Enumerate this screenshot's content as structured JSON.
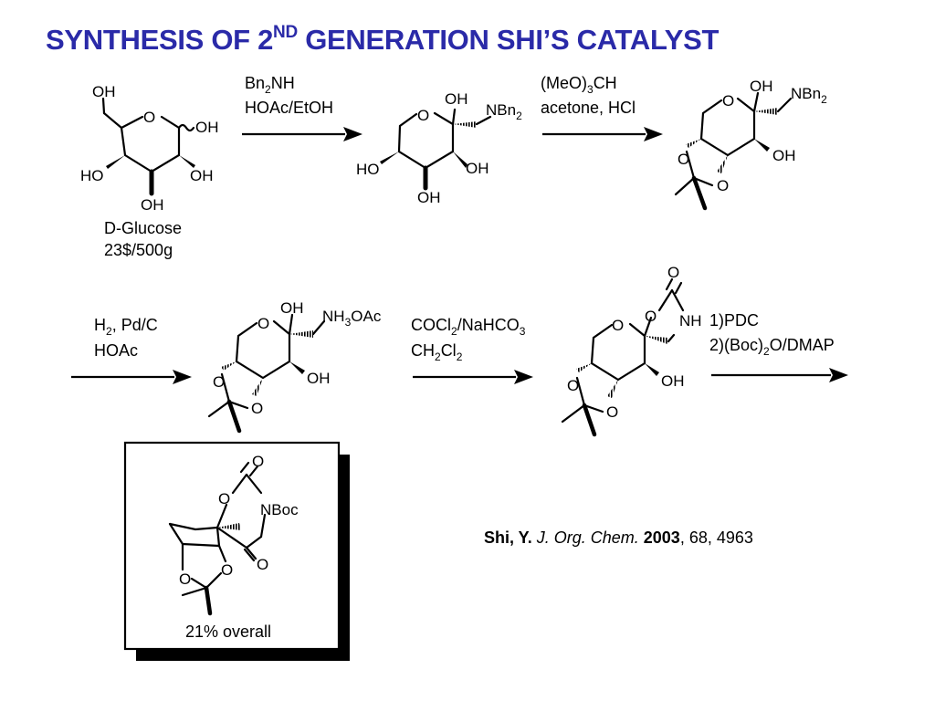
{
  "title": {
    "prefix": "SYNTHESIS OF 2",
    "superscript": "ND",
    "suffix": " GENERATION SHI’S CATALYST"
  },
  "starting_material": {
    "name": "D-Glucose",
    "price": "23$/500g"
  },
  "atom_labels": {
    "oh": "OH",
    "ho": "HO",
    "o": "O",
    "n": "N",
    "h": "H",
    "bn": "Bn",
    "sub2": "2",
    "sub3": "3",
    "ac": "Ac",
    "boc": "Boc"
  },
  "steps": {
    "step1": {
      "line1": "Bn2NH",
      "line2": "HOAc/EtOH"
    },
    "step2": {
      "line1": "(MeO)3CH",
      "line2": "acetone, HCl"
    },
    "step3": {
      "line1": "H2, Pd/C",
      "line2": "HOAc"
    },
    "step4": {
      "line1": "COCl2/NaHCO3",
      "line2": "CH2Cl2"
    },
    "step5": {
      "line1": "1)PDC",
      "line2": "2)(Boc)2O/DMAP"
    }
  },
  "reagents": {
    "bn2nh": {
      "a": "Bn",
      "b": "2",
      "c": "NH"
    },
    "meo": {
      "a": "(MeO)",
      "b": "3",
      "c": "CH"
    },
    "h2": {
      "a": "H",
      "b": "2",
      "c": ", Pd/C"
    },
    "cocl2": {
      "a": "COCl",
      "b": "2",
      "c": "/NaHCO",
      "d": "3"
    },
    "ch2cl2": {
      "a": "CH",
      "b": "2",
      "c": "Cl",
      "d": "2"
    },
    "boc2o": {
      "a": "2)(Boc)",
      "b": "2",
      "c": "O/DMAP"
    }
  },
  "product": {
    "yield": "21% overall"
  },
  "citation": {
    "author": "Shi, Y.",
    "journal": "J. Org. Chem.",
    "year": "2003",
    "rest": ", 68, 4963"
  }
}
